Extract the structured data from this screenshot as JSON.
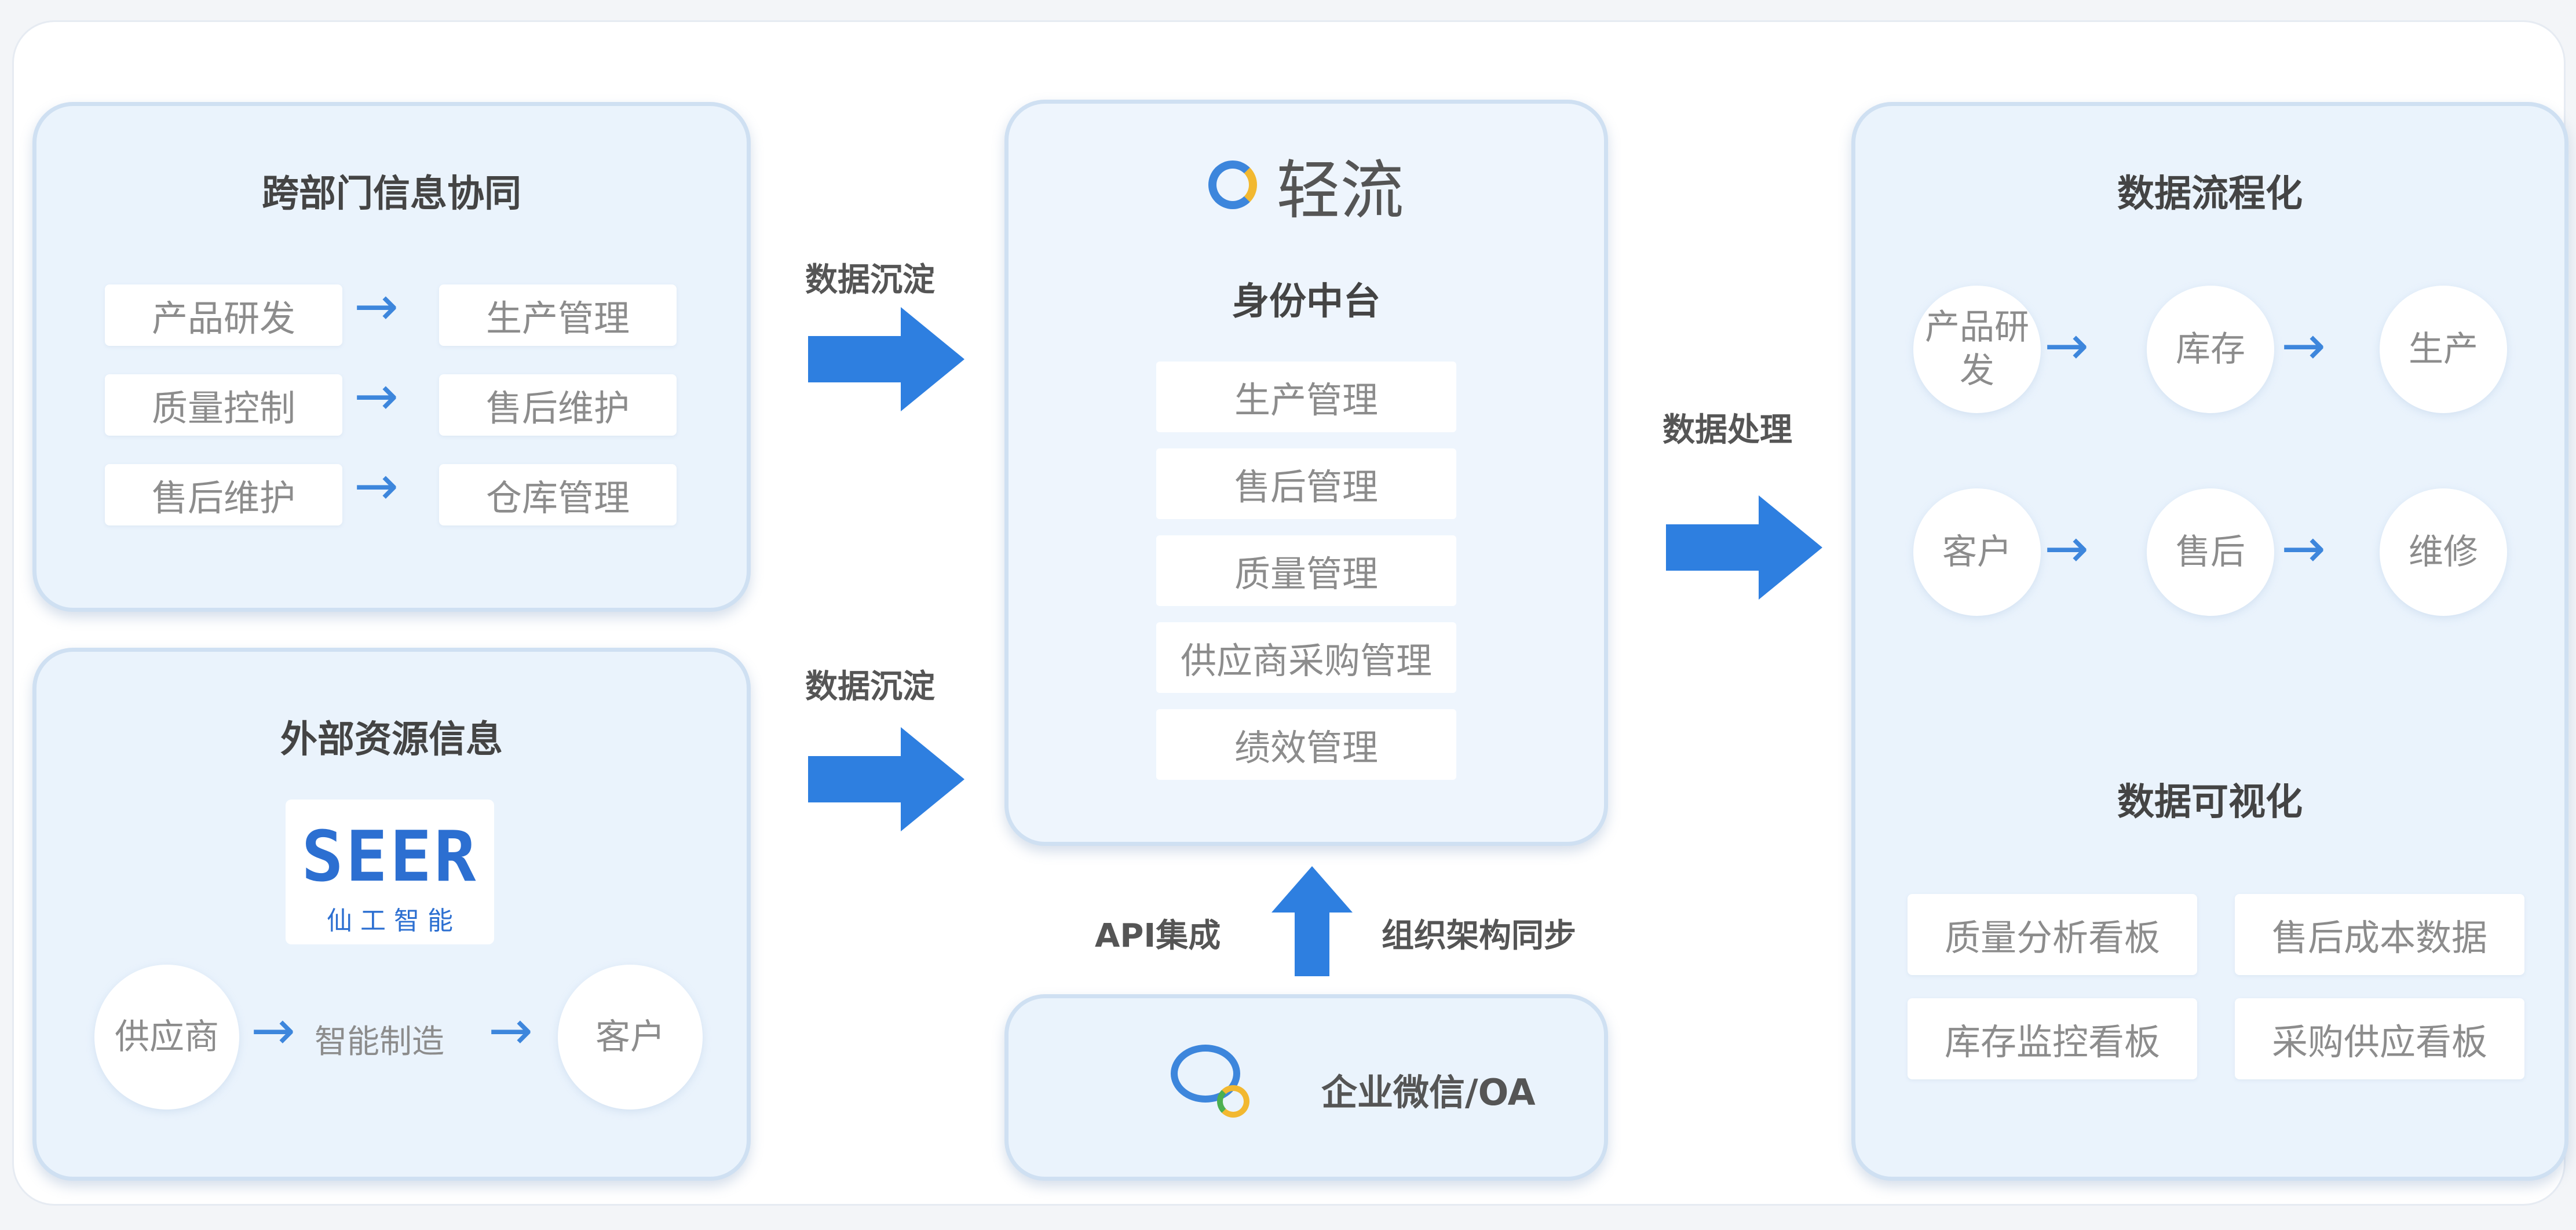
{
  "left_top": {
    "title": "跨部门信息协同",
    "rows": [
      {
        "from": "产品研发",
        "to": "生产管理"
      },
      {
        "from": "质量控制",
        "to": "售后维护"
      },
      {
        "from": "售后维护",
        "to": "仓库管理"
      }
    ]
  },
  "left_bottom": {
    "title": "外部资源信息",
    "logo_text": "SEER",
    "logo_sub": "仙 工 智 能",
    "flow": [
      "供应商",
      "智能制造",
      "客户"
    ]
  },
  "flow_labels": {
    "left_top": "数据沉淀",
    "left_bottom": "数据沉淀",
    "right": "数据处理",
    "api": "API集成",
    "org": "组织架构同步"
  },
  "center": {
    "logo_text": "轻流",
    "subtitle": "身份中台",
    "items": [
      "生产管理",
      "售后管理",
      "质量管理",
      "供应商采购管理",
      "绩效管理"
    ]
  },
  "bottom_center": {
    "label": "企业微信/OA"
  },
  "right": {
    "process_title": "数据流程化",
    "process_rows": [
      [
        "产品研发",
        "库存",
        "生产"
      ],
      [
        "客户",
        "售后",
        "维修"
      ]
    ],
    "visual_title": "数据可视化",
    "dashboards": [
      "质量分析看板",
      "售后成本数据",
      "库存监控看板",
      "采购供应看板"
    ]
  },
  "colors": {
    "arrow": "#2e7fe0",
    "panel_bg": "#eaf3fc",
    "panel_border": "#cfe0f2"
  }
}
